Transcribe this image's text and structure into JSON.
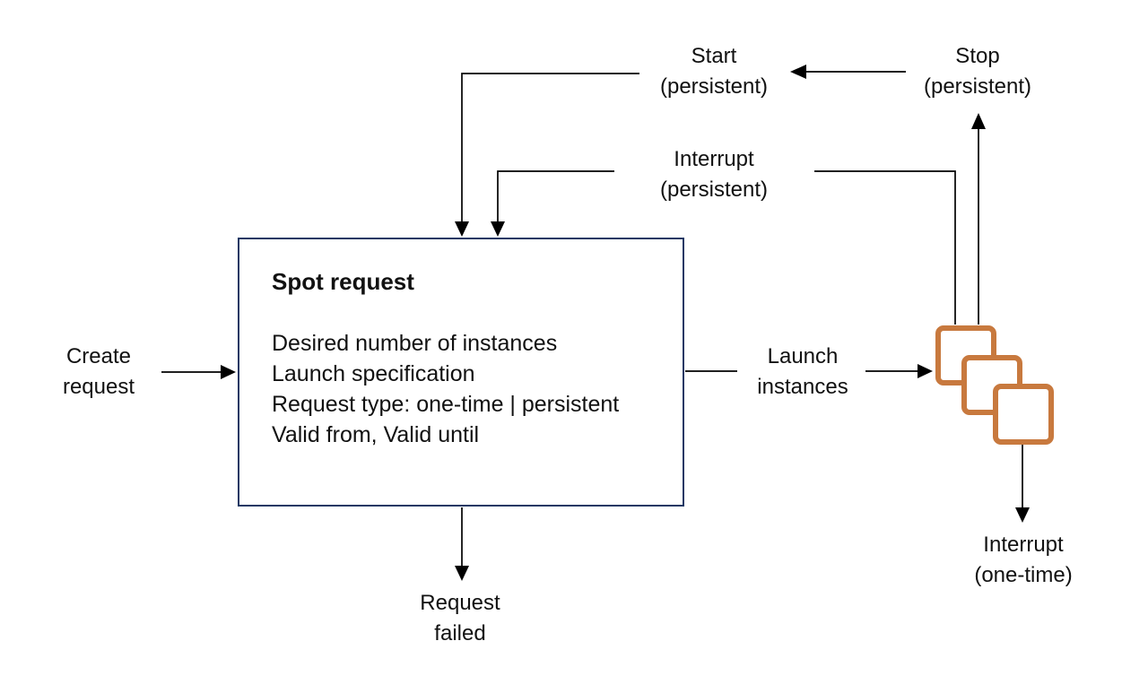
{
  "spot_request_box": {
    "title": "Spot request",
    "lines": [
      "Desired number of instances",
      "Launch specification",
      "Request type: one-time | persistent",
      "Valid from, Valid until"
    ]
  },
  "labels": {
    "create_request": "Create\nrequest",
    "start_persistent": "Start\n(persistent)",
    "stop_persistent": "Stop\n(persistent)",
    "interrupt_persistent": "Interrupt\n(persistent)",
    "launch_instances": "Launch\ninstances",
    "interrupt_one_time": "Interrupt\n(one-time)",
    "request_failed": "Request\nfailed"
  },
  "icons": {
    "instances": "ec2-instances-stack-icon"
  },
  "colors": {
    "line": "#000000",
    "text": "#111111",
    "box_border": "#1f3864",
    "instance_orange": "#c8793e",
    "background": "#ffffff"
  }
}
